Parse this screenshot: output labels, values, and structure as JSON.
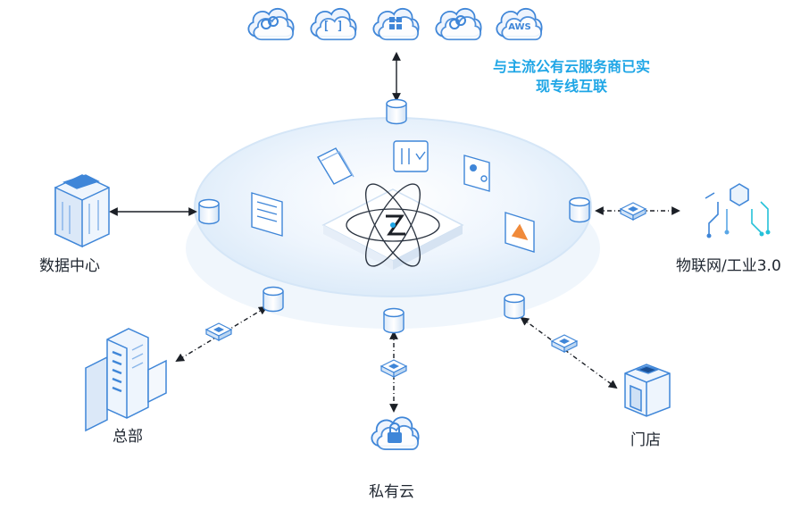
{
  "callout": {
    "line1": "与主流公有云服务商已实",
    "line2": "现专线互联"
  },
  "nodes": {
    "datacenter": "数据中心",
    "iot": "物联网/工业3.0",
    "hq": "总部",
    "private_cloud": "私有云",
    "store": "门店"
  },
  "clouds": [
    {
      "name": "cloud-provider-1",
      "glyph": "circles"
    },
    {
      "name": "cloud-provider-2",
      "glyph": "brackets"
    },
    {
      "name": "cloud-provider-3",
      "glyph": "windows"
    },
    {
      "name": "cloud-provider-4",
      "glyph": "circles"
    },
    {
      "name": "cloud-provider-aws",
      "glyph": "AWS"
    }
  ],
  "colors": {
    "accent": "#1fa6e6",
    "line": "#1b1f26",
    "icon_stroke": "#3f86d8",
    "icon_fill": "#e7f0fc",
    "platform": "#eaf3fc"
  }
}
